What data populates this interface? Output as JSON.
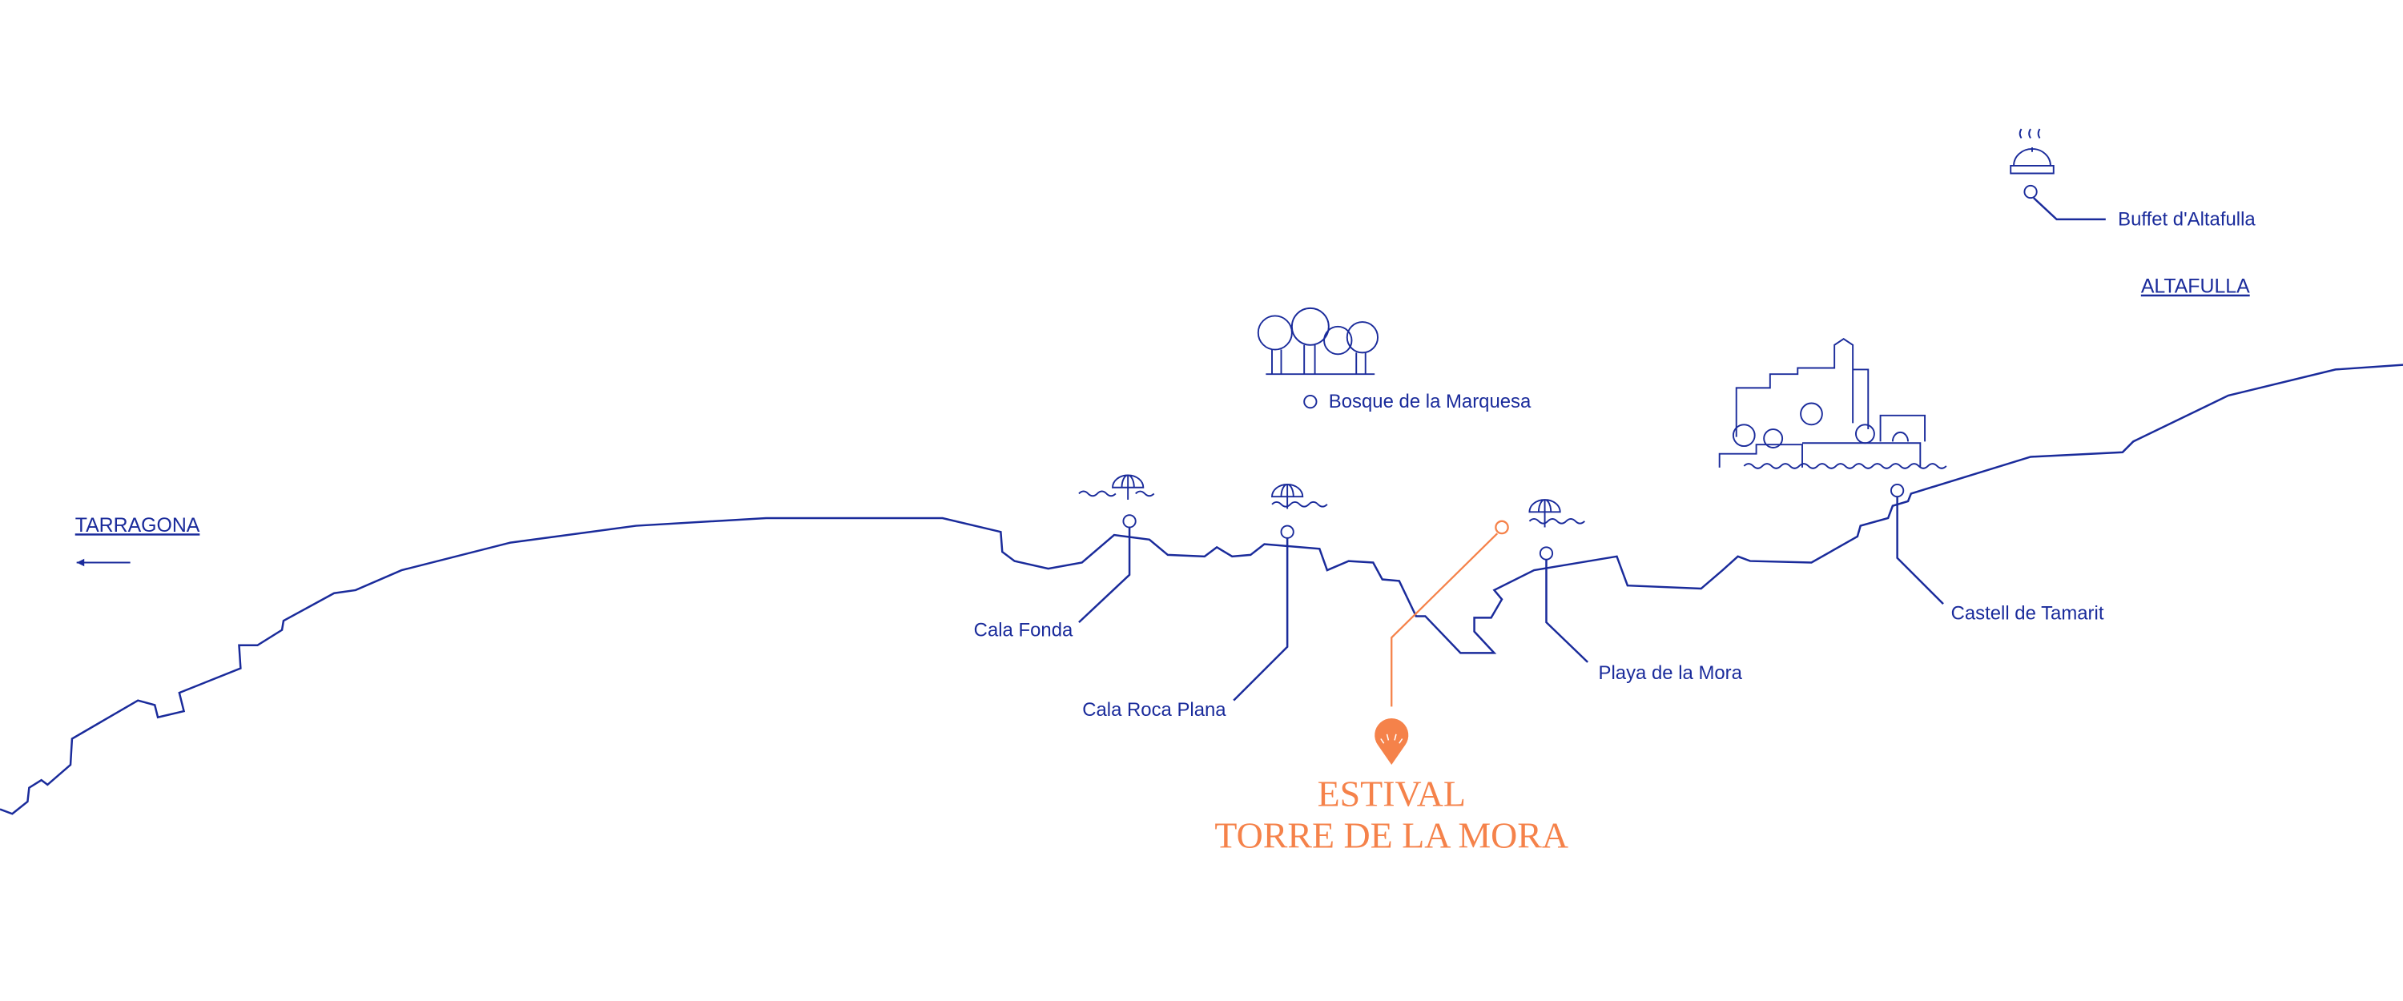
{
  "colors": {
    "line": "#1a2b9b",
    "accent": "#f5824a",
    "background": "#ffffff"
  },
  "towns": {
    "left": "TARRAGONA",
    "right": "ALTAFULLA"
  },
  "places": [
    {
      "name": "Cala Fonda",
      "icon": "beach-umbrella-icon"
    },
    {
      "name": "Cala Roca Plana",
      "icon": "beach-umbrella-icon"
    },
    {
      "name": "Bosque de la Marquesa",
      "icon": "trees-icon"
    },
    {
      "name": "Playa de la Mora",
      "icon": "beach-umbrella-icon"
    },
    {
      "name": "Castell de Tamarit",
      "icon": "castle-icon"
    },
    {
      "name": "Buffet d'Altafulla",
      "icon": "cloche-icon"
    }
  ],
  "highlight": {
    "line1": "ESTIVAL",
    "line2": "TORRE DE LA MORA",
    "icon": "location-pin-icon"
  }
}
